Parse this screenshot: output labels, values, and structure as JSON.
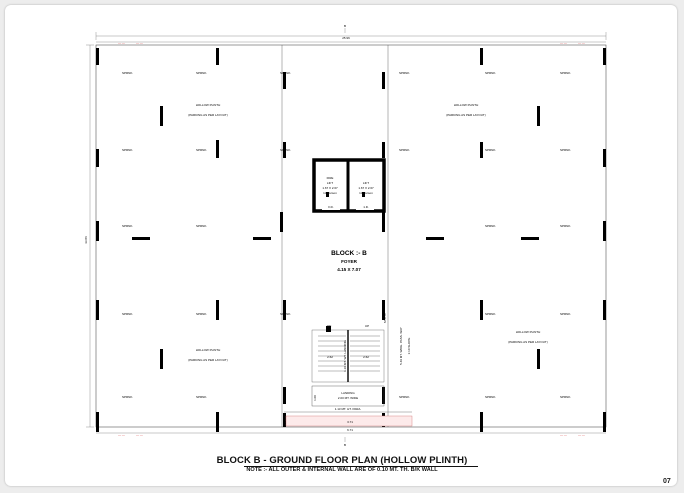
{
  "drawing": {
    "title": "BLOCK B - GROUND FLOOR PLAN (HOLLOW PLINTH)",
    "note": "NOTE :- ALL OUTER & INTERNAL WALL ARE OF 0.10 MT. TH. B/K WALL",
    "page_number": "07",
    "overall_width": "25.96",
    "overall_depth": "33.86",
    "section_mark": "B"
  },
  "core": {
    "block_label": "BLOCK :- B",
    "foyer_label": "FOYER",
    "foyer_size": "4.15 X 7.07",
    "fire_lift": [
      "FIRE",
      "LIFT",
      "1.67 X 2.67",
      "13 Person"
    ],
    "lift": [
      "LIFT",
      "1.67 X 2.67",
      "13 Person"
    ],
    "fire_door": "F.D.",
    "lift_door": "1.D.",
    "stair_on": "ON",
    "stair_up": "UP",
    "stair_flight_left": "2.62",
    "stair_flight_right": "2.62",
    "stair_width_note": "1.10 MT. WT. LANDING",
    "landing": [
      "LANDING",
      "2.00 MT. WIDE"
    ],
    "ramp_label": "1.13 MT. HT. PARA.",
    "dim_bottom": "6.71",
    "dim_bottom_small": "3.71",
    "side_dim": "1.00",
    "foyer_side_dim": "STR. B.",
    "ramp_slope": [
      "5.49 MT. WIDE. PASS. WAY",
      "1:10 SLOPE"
    ]
  },
  "zones": {
    "hollow_plinth": "HOLLOW PLINTH",
    "parking_note": "(PARKING AS PER LAYOUT)"
  },
  "sprinkler_label": "SPRNK."
}
